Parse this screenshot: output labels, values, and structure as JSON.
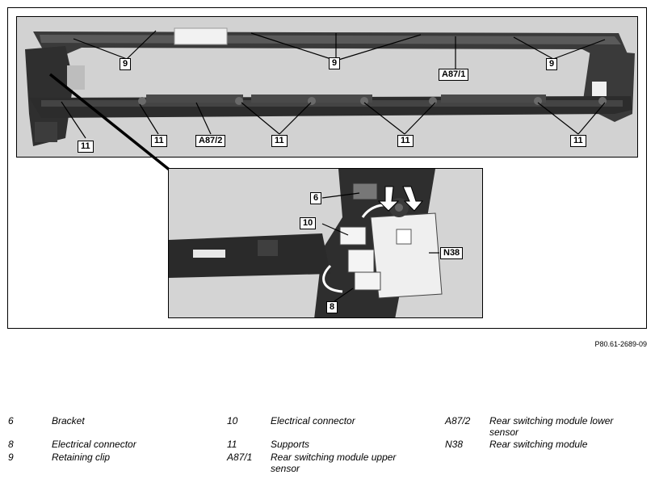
{
  "figure": {
    "reference_code": "P80.61-2689-09",
    "callouts": {
      "main_9_left": "9",
      "main_9_center": "9",
      "main_9_right": "9",
      "main_a871": "A87/1",
      "main_11_a": "11",
      "main_11_b": "11",
      "main_a872": "A87/2",
      "main_11_c": "11",
      "main_11_d": "11",
      "main_11_e": "11",
      "inset_6": "6",
      "inset_10": "10",
      "inset_n38": "N38",
      "inset_8": "8"
    }
  },
  "legend": [
    {
      "code": "6",
      "description": "Bracket"
    },
    {
      "code": "8",
      "description": "Electrical connector"
    },
    {
      "code": "9",
      "description": "Retaining clip"
    },
    {
      "code": "10",
      "description": "Electrical connector"
    },
    {
      "code": "11",
      "description": "Supports"
    },
    {
      "code": "A87/1",
      "description": "Rear switching module upper sensor"
    },
    {
      "code": "A87/2",
      "description": "Rear switching module lower sensor"
    },
    {
      "code": "N38",
      "description": "Rear switching module"
    }
  ]
}
